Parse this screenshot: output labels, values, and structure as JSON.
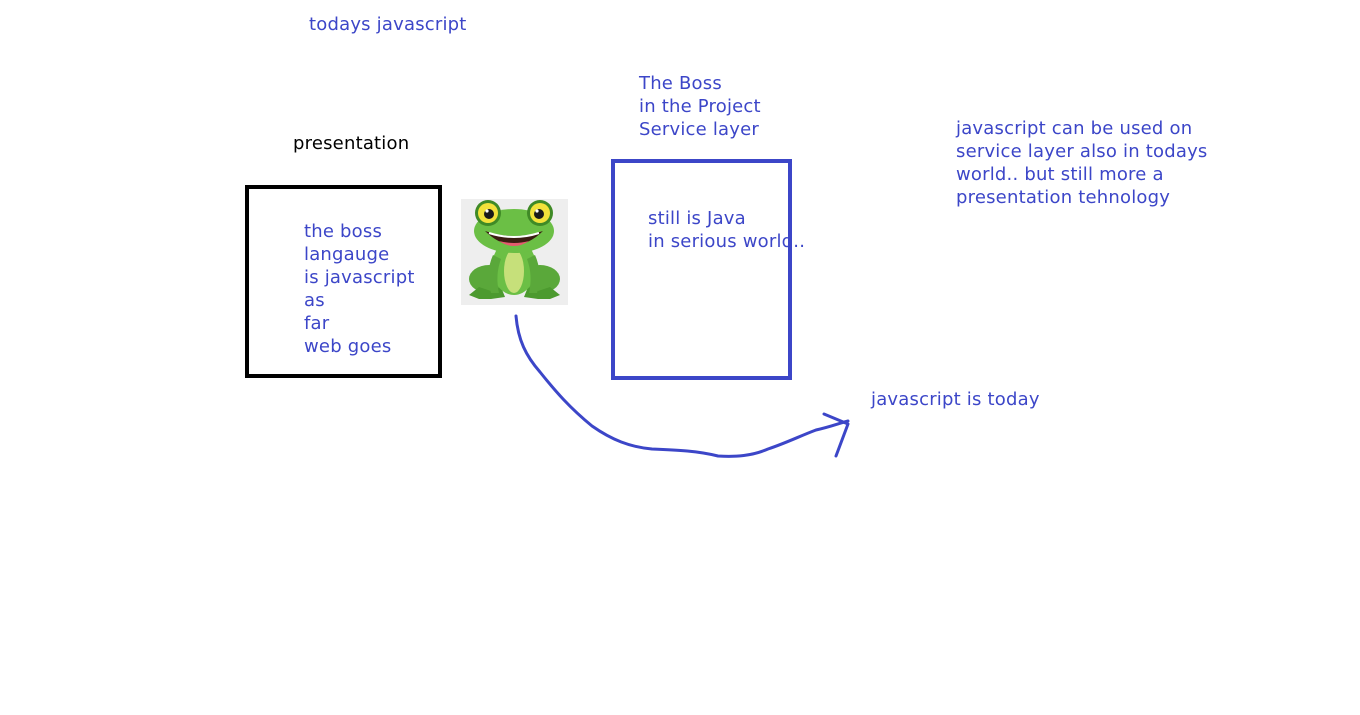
{
  "title": "todays javascript",
  "presentation": {
    "label": "presentation",
    "box_text": "the boss\nlangauge\nis javascript\nas\nfar\nweb goes"
  },
  "service": {
    "heading": "The Boss\nin the Project\nService layer",
    "box_text": "still is Java\nin serious world.."
  },
  "side_note": "javascript can be used on\nservice layer also in todays\nworld.. but still more a\npresentation tehnology",
  "arrow_label": "javascript is today",
  "colors": {
    "ink_blue": "#3c46c8",
    "ink_black": "#000000"
  },
  "icons": {
    "frog": "frog-cartoon-icon"
  }
}
